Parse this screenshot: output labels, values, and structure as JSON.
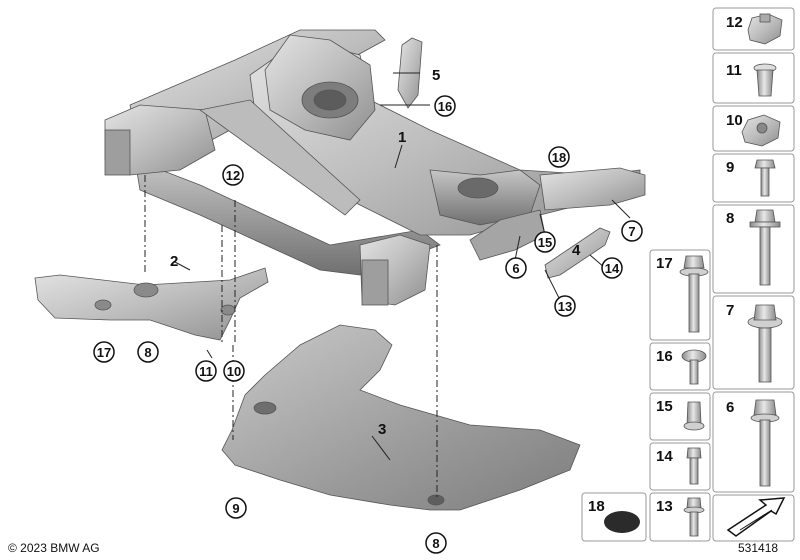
{
  "diagram": {
    "copyright": "© 2023 BMW AG",
    "diagram_id": "531418",
    "part_labels": {
      "p1": "1",
      "p2": "2",
      "p3": "3",
      "p4": "4",
      "p5": "5"
    },
    "callouts": {
      "c6": "6",
      "c7": "7",
      "c8a": "8",
      "c8b": "8",
      "c9": "9",
      "c10": "10",
      "c11": "11",
      "c12": "12",
      "c13": "13",
      "c15": "15",
      "c14": "14",
      "c16": "16",
      "c17": "17",
      "c18": "18"
    },
    "legend": {
      "left_column": [
        "17",
        "16",
        "15",
        "14",
        "13"
      ],
      "right_column": [
        "12",
        "11",
        "10",
        "9",
        "8",
        "7",
        "6"
      ],
      "bottom_left": "18"
    }
  }
}
